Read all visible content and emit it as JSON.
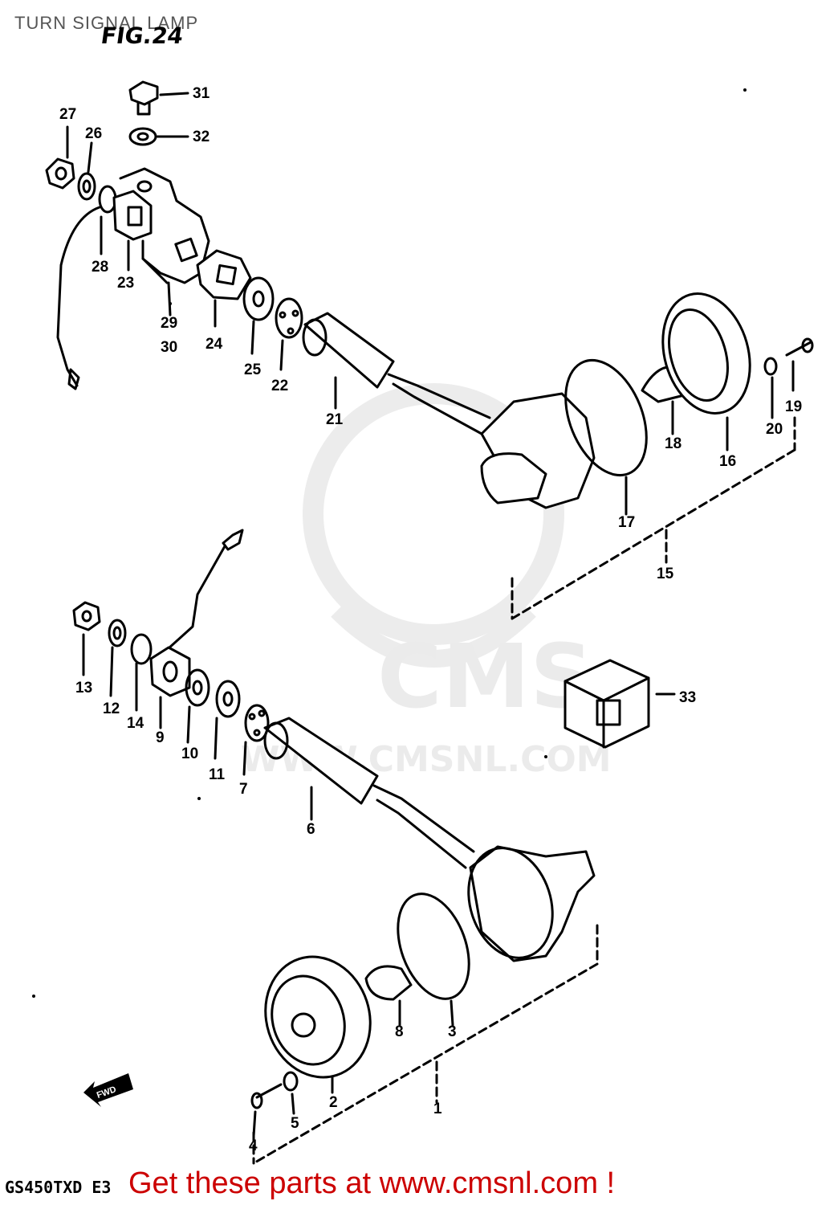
{
  "header": {
    "title": "TURN SIGNAL LAMP",
    "figure": "FIG.24"
  },
  "footer": {
    "model_code": "GS450TXD E3",
    "cta": "Get these parts at www.cmsnl.com !"
  },
  "watermark": {
    "brand": "CMS",
    "url": "WWW.CMSNL.COM"
  },
  "direction_marker": "FWD",
  "callouts": [
    "1",
    "2",
    "3",
    "4",
    "5",
    "6",
    "7",
    "8",
    "9",
    "10",
    "11",
    "12",
    "13",
    "14",
    "15",
    "16",
    "17",
    "18",
    "19",
    "20",
    "21",
    "22",
    "23",
    "24",
    "25",
    "26",
    "27",
    "28",
    "29",
    "30",
    "31",
    "32",
    "33"
  ],
  "colors": {
    "line": "#000000",
    "cta": "#cc0000",
    "watermark": "#ebebeb"
  }
}
